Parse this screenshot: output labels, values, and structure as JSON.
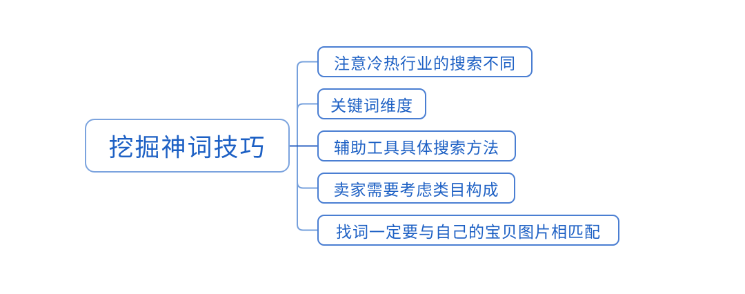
{
  "diagram": {
    "type": "mindmap",
    "root": {
      "label": "挖掘神词技巧"
    },
    "children": [
      {
        "label": "注意冷热行业的搜索不同"
      },
      {
        "label": "关键词维度"
      },
      {
        "label": "辅助工具具体搜索方法"
      },
      {
        "label": "卖家需要考虑类目构成"
      },
      {
        "label": "找词一定要与自己的宝贝图片相匹配"
      }
    ],
    "colors": {
      "background": "#ffffff",
      "text": "#1d60c4",
      "root_border": "#7ba3de",
      "child_border": "#4a7ed2",
      "branch_line": "#76a0dc",
      "center_line": "#2b61c0"
    }
  }
}
